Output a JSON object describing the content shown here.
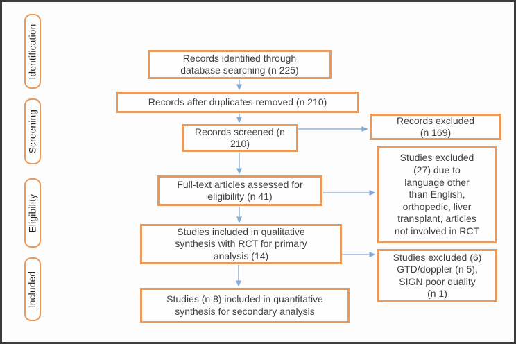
{
  "diagram": {
    "type": "prisma-flow-diagram",
    "stage_labels": {
      "identification": "Identification",
      "screening": "Screening",
      "eligibility": "Eligibility",
      "included": "Included"
    },
    "flow_boxes": {
      "identified": "Records identified through\ndatabase searching (n 225)",
      "duplicates_removed": "Records after duplicates removed (n 210)",
      "screened": "Records screened (n\n210)",
      "full_text": "Full-text articles assessed for\neligibility (n 41)",
      "qualitative": "Studies included in qualitative\nsynthesis with RCT for primary\nanalysis (14)",
      "quantitative": "Studies (n 8) included in quantitative\nsynthesis for secondary analysis"
    },
    "exclusion_boxes": {
      "records_excluded": "Records excluded\n(n 169)",
      "studies_excluded_27": "Studies excluded\n(27) due to\nlanguage other\nthan English,\northopedic, liver\ntransplant, articles\nnot involved in RCT",
      "studies_excluded_6": "Studies excluded (6)\nGTD/doppler (n 5),\nSIGN poor quality\n(n 1)"
    },
    "counts": {
      "identified": 225,
      "after_duplicates": 210,
      "screened": 210,
      "records_excluded": 169,
      "full_text_assessed": 41,
      "studies_excluded_full_text": 27,
      "qualitative_included": 14,
      "studies_excluded_secondary": 6,
      "gtd_doppler_excluded": 5,
      "sign_poor_quality_excluded": 1,
      "quantitative_included": 8
    },
    "colors": {
      "box_border": "#e9995c",
      "arrow": "#93b1d6",
      "frame": "#3c3c3c",
      "text": "#3f3f3f"
    }
  }
}
